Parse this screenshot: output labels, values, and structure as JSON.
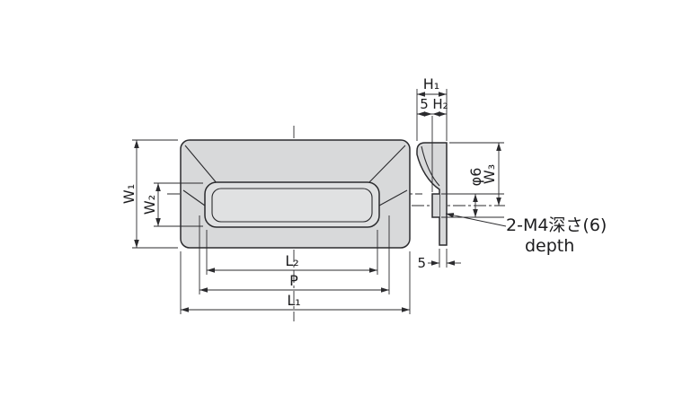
{
  "labels": {
    "w1": "W₁",
    "w2": "W₂",
    "l2": "L₂",
    "p": "P",
    "l1": "L₁",
    "h1": "H₁",
    "offset_top": "5",
    "h2": "H₂",
    "phi6": "φ6",
    "w3": "W₃",
    "offset_bottom": "5",
    "thread_note": "2-M4深さ(6)",
    "thread_note_en": "depth"
  },
  "colors": {
    "line": "#2b2b2e",
    "body_fill": "#d8d9da",
    "recess_fill": "#e0e1e2",
    "recess_floor_fill": "#eaebec",
    "background": "#ffffff"
  }
}
